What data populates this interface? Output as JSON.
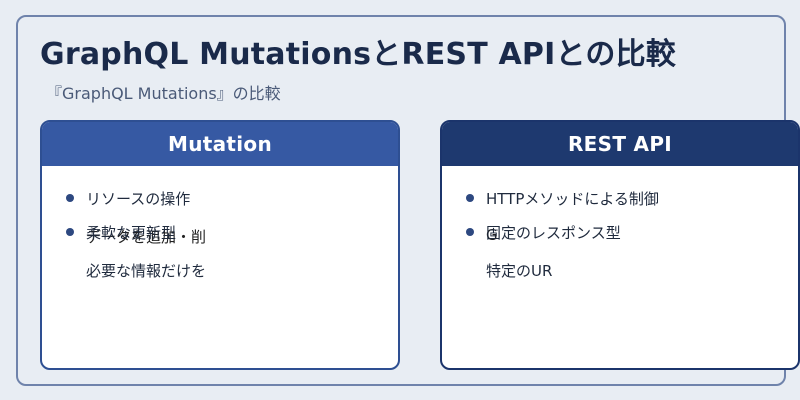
{
  "title": "GraphQL MutationsとREST APIとの比較",
  "subtitle": "『GraphQL Mutations』の比較",
  "cards": [
    {
      "header": "Mutation",
      "items": [
        {
          "text": "リソースの操作"
        },
        {
          "text": "柔軟な更新型",
          "overlap": "データを追加・削"
        }
      ],
      "continuation": "必要な情報だけを"
    },
    {
      "header": "REST API",
      "items": [
        {
          "text": "HTTPメソッドによる制御"
        },
        {
          "text": "固定のレスポンス型",
          "overlap": "G"
        }
      ],
      "continuation": "特定のUR"
    }
  ],
  "colors": {
    "background": "#e8edf3",
    "frame_border": "#6f83ab",
    "mutation_header": "#3659a3",
    "rest_header": "#1e396f",
    "title_text": "#1a2a4a"
  }
}
